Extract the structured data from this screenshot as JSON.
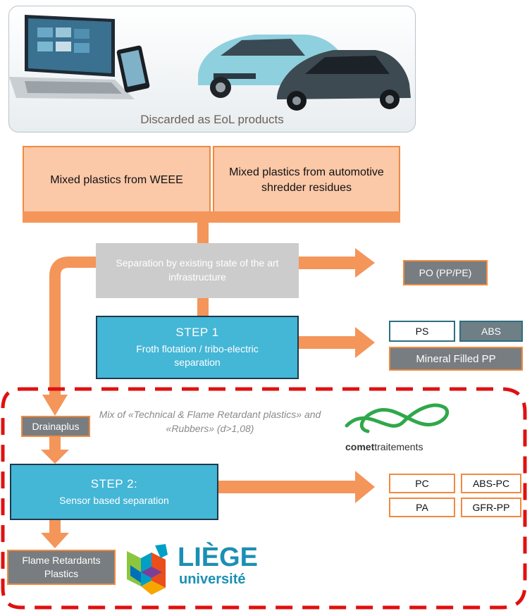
{
  "banner": {
    "caption": "Discarded as EoL products",
    "icons": [
      "laptop-icon",
      "smartphone-icon",
      "car-icon",
      "car-icon"
    ]
  },
  "sources": {
    "weee": "Mixed plastics from WEEE",
    "asr": "Mixed plastics from automotive shredder residues"
  },
  "separation": {
    "label": "Separation by existing state of the art infrastructure",
    "output": "PO (PP/PE)"
  },
  "step1": {
    "title": "STEP 1",
    "subtitle": "Froth flotation / tribo-electric separation",
    "outputs": {
      "ps": "PS",
      "abs": "ABS",
      "mineral_pp": "Mineral Filled PP"
    }
  },
  "drainaplus": {
    "label": "Drainaplus",
    "note": "Mix of «Technical & Flame Retardant plastics» and «Rubbers» (d>1,08)"
  },
  "comet_logo": {
    "bold": "comet",
    "light": "traitements"
  },
  "step2": {
    "title": "STEP 2:",
    "subtitle": "Sensor based separation",
    "outputs": {
      "pc": "PC",
      "abs_pc": "ABS-PC",
      "pa": "PA",
      "gfr_pp": "GFR-PP"
    }
  },
  "final_output": "Flame Retardants Plastics",
  "liege_logo": {
    "line1": "LIÈGE",
    "line2": "université"
  },
  "colors": {
    "flow": "#f4955a",
    "source_fill": "#fbc8a8",
    "step_fill": "#44b6d6",
    "dashed_frame": "#e01010",
    "grey_box": "#777d80"
  }
}
